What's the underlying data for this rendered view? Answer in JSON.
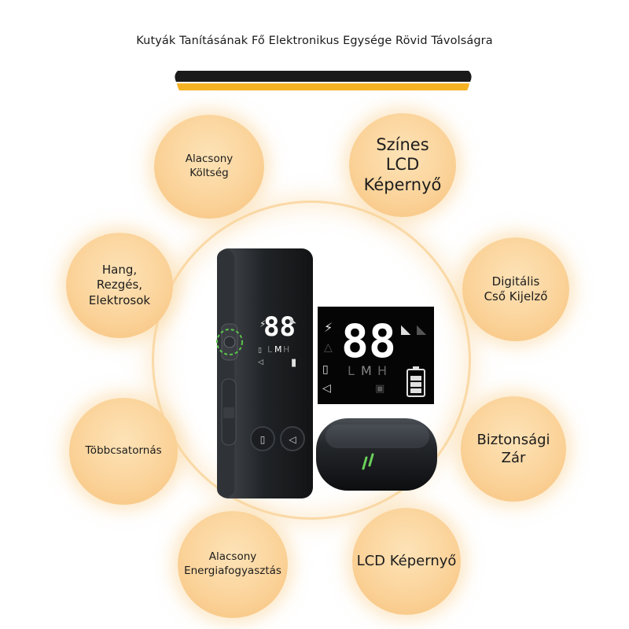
{
  "title": "Kutyák Tanításának Fő Elektronikus Egysége Rövid Távolságra",
  "colors": {
    "accent": "#f5b324",
    "bubble": "#fbd39a",
    "dark": "#1a1a1a"
  },
  "features": {
    "low_cost": "Alacsony\nKöltség",
    "color_lcd": "Színes\nLCD\nKépernyő",
    "modes": "Hang,\nRezgés,\nElektrosok",
    "digital_tube": "Digitális\nCső Kijelző",
    "multichannel": "Többcsatornás",
    "security_lock": "Biztonsági\nZár",
    "low_power": "Alacsony\nEnergiafogyasztás",
    "lcd_screen": "LCD Képernyő"
  },
  "display": {
    "digits": "88",
    "levels": [
      "L",
      "M",
      "H"
    ]
  },
  "icons": [
    "lightning-icon",
    "dog-icon",
    "battery-icon",
    "vibration-icon",
    "speaker-icon",
    "lock-icon",
    "warning-icon"
  ]
}
